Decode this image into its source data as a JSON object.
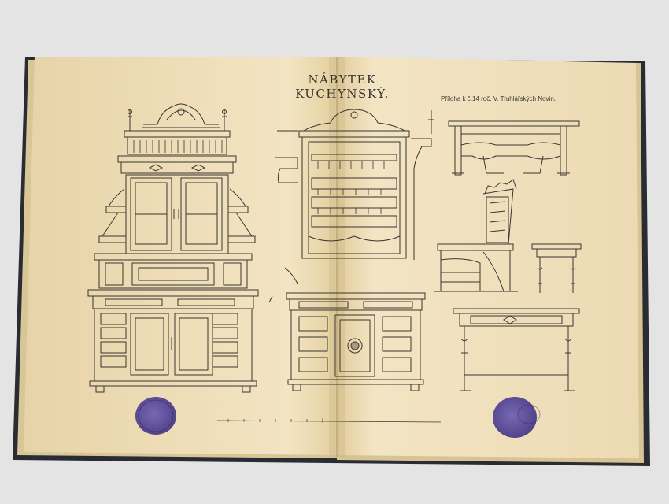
{
  "plate": {
    "title": "NÁBYTEK KUCHYNSKÝ.",
    "subtitle": "Příloha k č.14 roč. V. Truhlářských Novin."
  },
  "colors": {
    "background": "#e3e4e3",
    "paper": "#f1e1bd",
    "ink": "#3a3530",
    "cover": "#2a2c33",
    "stamp": "#5a4aa0"
  },
  "items": [
    {
      "name": "kitchen-dresser-with-glazed-cabinet"
    },
    {
      "name": "kitchen-plate-rack-dresser"
    },
    {
      "name": "kitchen-table"
    },
    {
      "name": "kitchen-bench-chair"
    },
    {
      "name": "kitchen-stool"
    },
    {
      "name": "kitchen-side-table"
    }
  ]
}
